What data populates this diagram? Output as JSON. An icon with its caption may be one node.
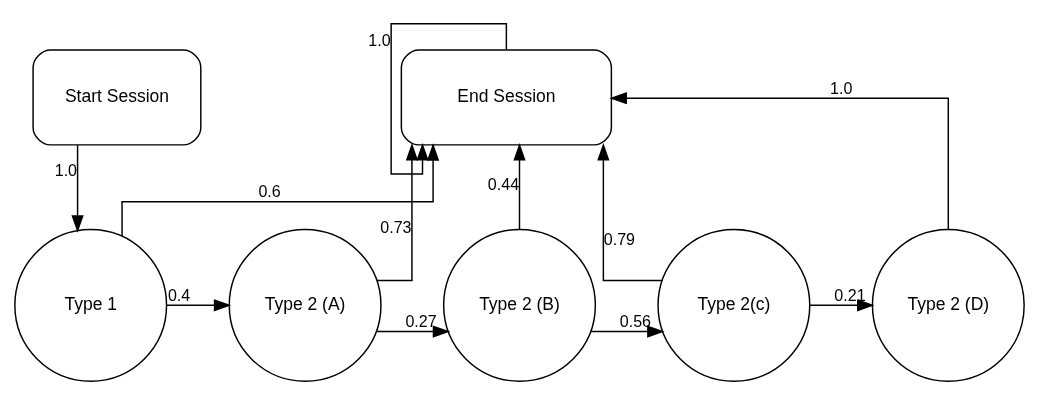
{
  "diagram": {
    "nodes": [
      {
        "text": [
          "Start Session"
        ]
      },
      {
        "text": [
          "End Session"
        ]
      },
      {
        "text": [
          "Type 1"
        ]
      },
      {
        "text": [
          "Type 2 (A)"
        ]
      },
      {
        "text": [
          "Type 2 (B)"
        ]
      },
      {
        "text": [
          "Type 2(c)"
        ]
      },
      {
        "text": [
          "Type 2 (D)"
        ]
      }
    ],
    "edges": [
      {
        "from": 0,
        "to": 2,
        "arrow": "to",
        "label": "1.0"
      },
      {
        "from": 2,
        "to": 1,
        "arrow": "to",
        "label": "0.6"
      },
      {
        "from": 3,
        "to": 1,
        "arrow": "to",
        "label": "0.73"
      },
      {
        "from": 4,
        "to": 1,
        "arrow": "to",
        "label": "0.44"
      },
      {
        "from": 5,
        "to": 1,
        "arrow": "to",
        "label": "0.79"
      },
      {
        "from": 6,
        "to": 1,
        "arrow": "to",
        "label": "1.0"
      },
      {
        "from": 2,
        "to": 3,
        "arrow": "to",
        "label": "0.4"
      },
      {
        "from": 3,
        "to": 4,
        "arrow": "to",
        "label": "0.27"
      },
      {
        "from": 4,
        "to": 5,
        "arrow": "to",
        "label": "0.56"
      },
      {
        "from": 5,
        "to": 6,
        "arrow": "to",
        "label": "0.21"
      },
      {
        "from": 1,
        "to": 1,
        "arrow": "to",
        "label": "1.0"
      }
    ]
  }
}
